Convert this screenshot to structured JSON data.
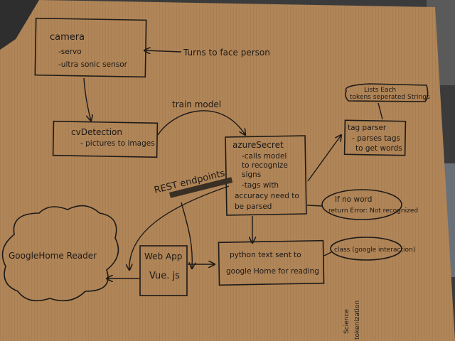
{
  "camera": {
    "title": "camera",
    "items": [
      "-servo",
      "-ultra sonic sensor"
    ]
  },
  "turns_label": "Turns to face person",
  "cv": {
    "title": "cvDetection",
    "items": [
      "- pictures to images"
    ]
  },
  "train_label": "train model",
  "azure": {
    "title": "azureSecret",
    "lines": [
      "-calls model",
      "to recognize",
      "signs",
      "-tags with",
      "accuracy need to",
      "be parsed"
    ]
  },
  "list_label": [
    "Lists Each",
    "tokens seperated Strings"
  ],
  "tag": {
    "title": "tag parser",
    "lines": [
      "- parses tags",
      "to get words"
    ]
  },
  "error": {
    "lines": [
      "If no word",
      "return Error: Not recognized"
    ]
  },
  "rest_label": "REST endpoints",
  "webapp": {
    "title": "Web App",
    "sub": "Vue. js"
  },
  "python": {
    "lines": [
      "python text sent to",
      "google Home for reading"
    ]
  },
  "class_label": "class (google interaction)",
  "google_reader": "GoogleHome Reader",
  "side_notes": [
    "Science",
    "tokenization"
  ]
}
